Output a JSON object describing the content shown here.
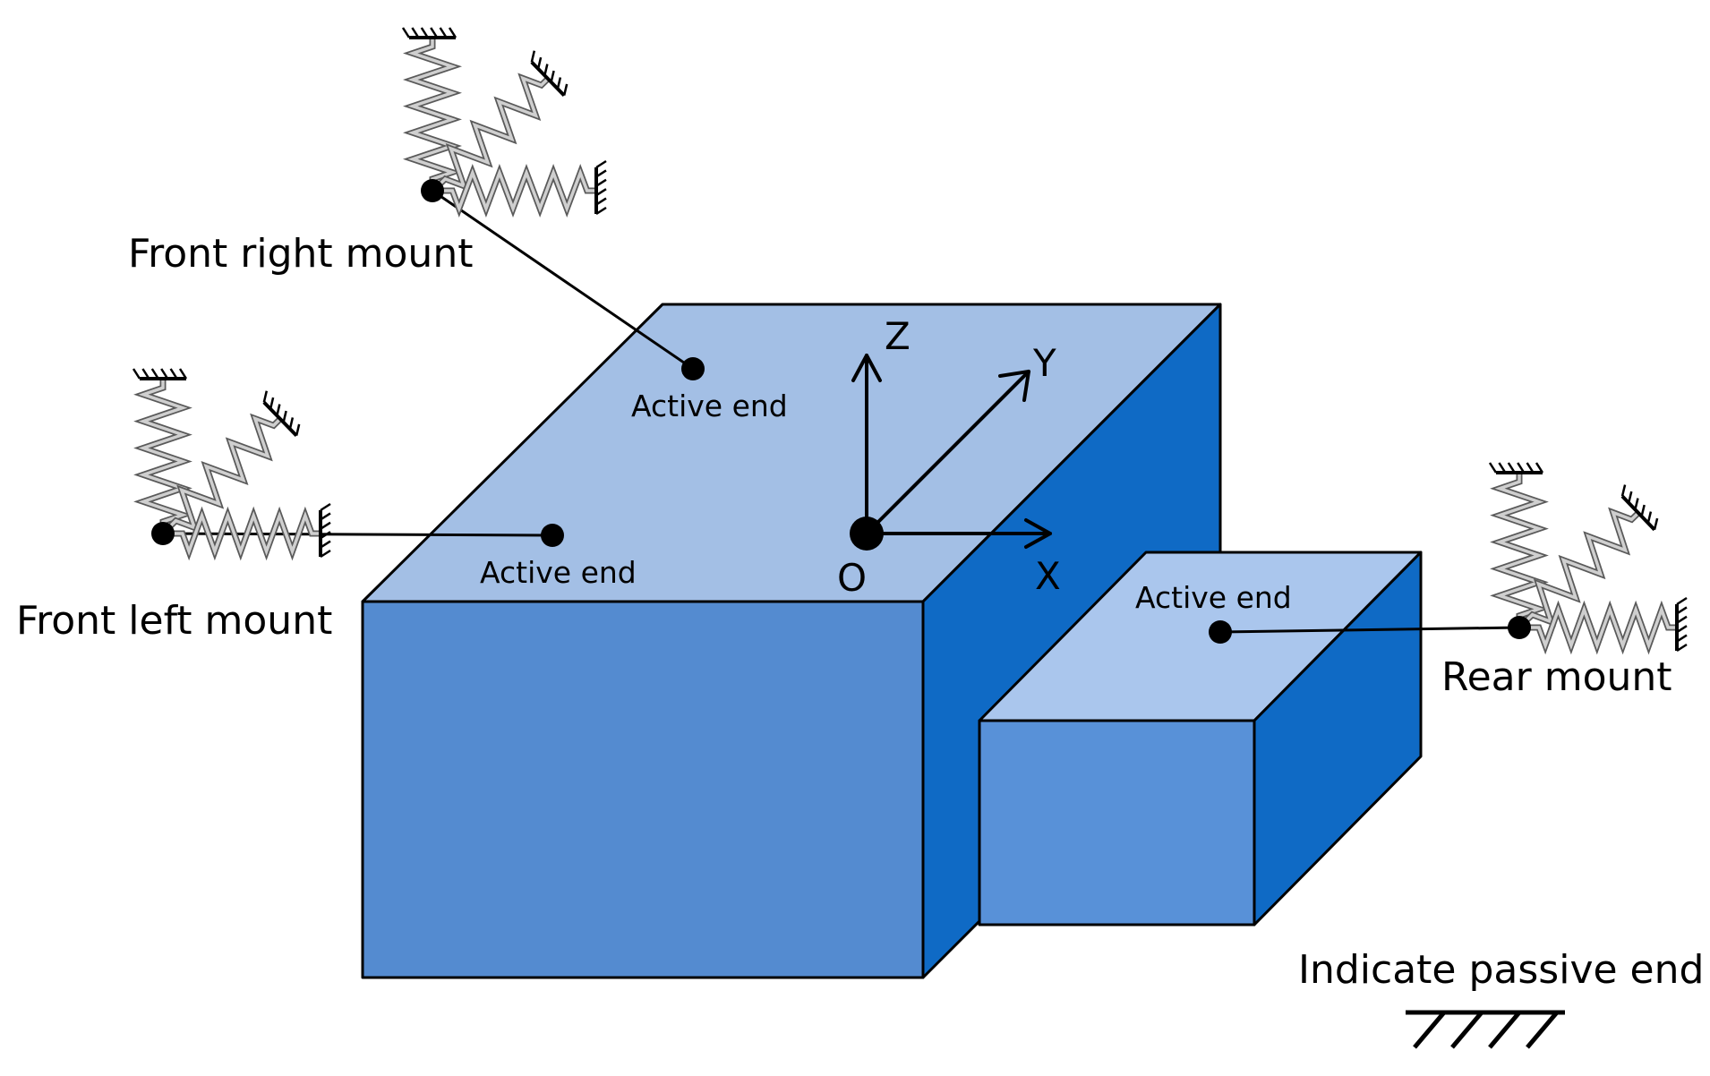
{
  "colors": {
    "top_face": "#a3bfe5",
    "front_face": "#548bd0",
    "side_face": "#0f6ac5",
    "small_top_face": "#aac6ed",
    "small_front_face": "#5891d8",
    "small_side_face": "#0f6ac5",
    "outline": "#000000",
    "spring_fill": "#cfcfcf",
    "spring_edge": "#5a5a5a"
  },
  "labels": {
    "front_right_mount": "Front right mount",
    "front_left_mount": "Front left mount",
    "rear_mount": "Rear mount",
    "active_end_front_right": "Active end",
    "active_end_front_left": "Active end",
    "active_end_rear": "Active end",
    "legend": "Indicate passive end"
  },
  "axes": {
    "origin": "O",
    "x": "X",
    "y": "Y",
    "z": "Z"
  }
}
